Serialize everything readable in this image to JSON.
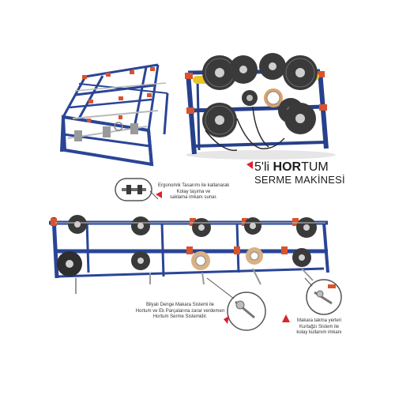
{
  "title": {
    "line1_prefix": "5'li ",
    "line1_bold": "HOR",
    "line1_suffix": "TUM",
    "line2": "SERME MAKİNESİ"
  },
  "captions": {
    "ergonomic": [
      "Ergonomik Tasarımı ile katlanarak",
      "Kolay taşıma ve",
      "saklama imkanı sunar."
    ],
    "balance": [
      "Bilyalı Denge Makara Sistemi ile",
      "Hortum ve Ek Parçalarına zarar verdemen",
      "Hortum Serme Sistemidir."
    ],
    "reel": [
      "Makara takma yerleri",
      "Kurtağzı Sistem ile",
      "kolay kullanım imkanı"
    ]
  },
  "colors": {
    "frame": "#27408b",
    "accent": "#d9532c",
    "arrow": "#e0202a",
    "reel": "#3a3a3a",
    "hose_yellow": "#e8c62a"
  }
}
